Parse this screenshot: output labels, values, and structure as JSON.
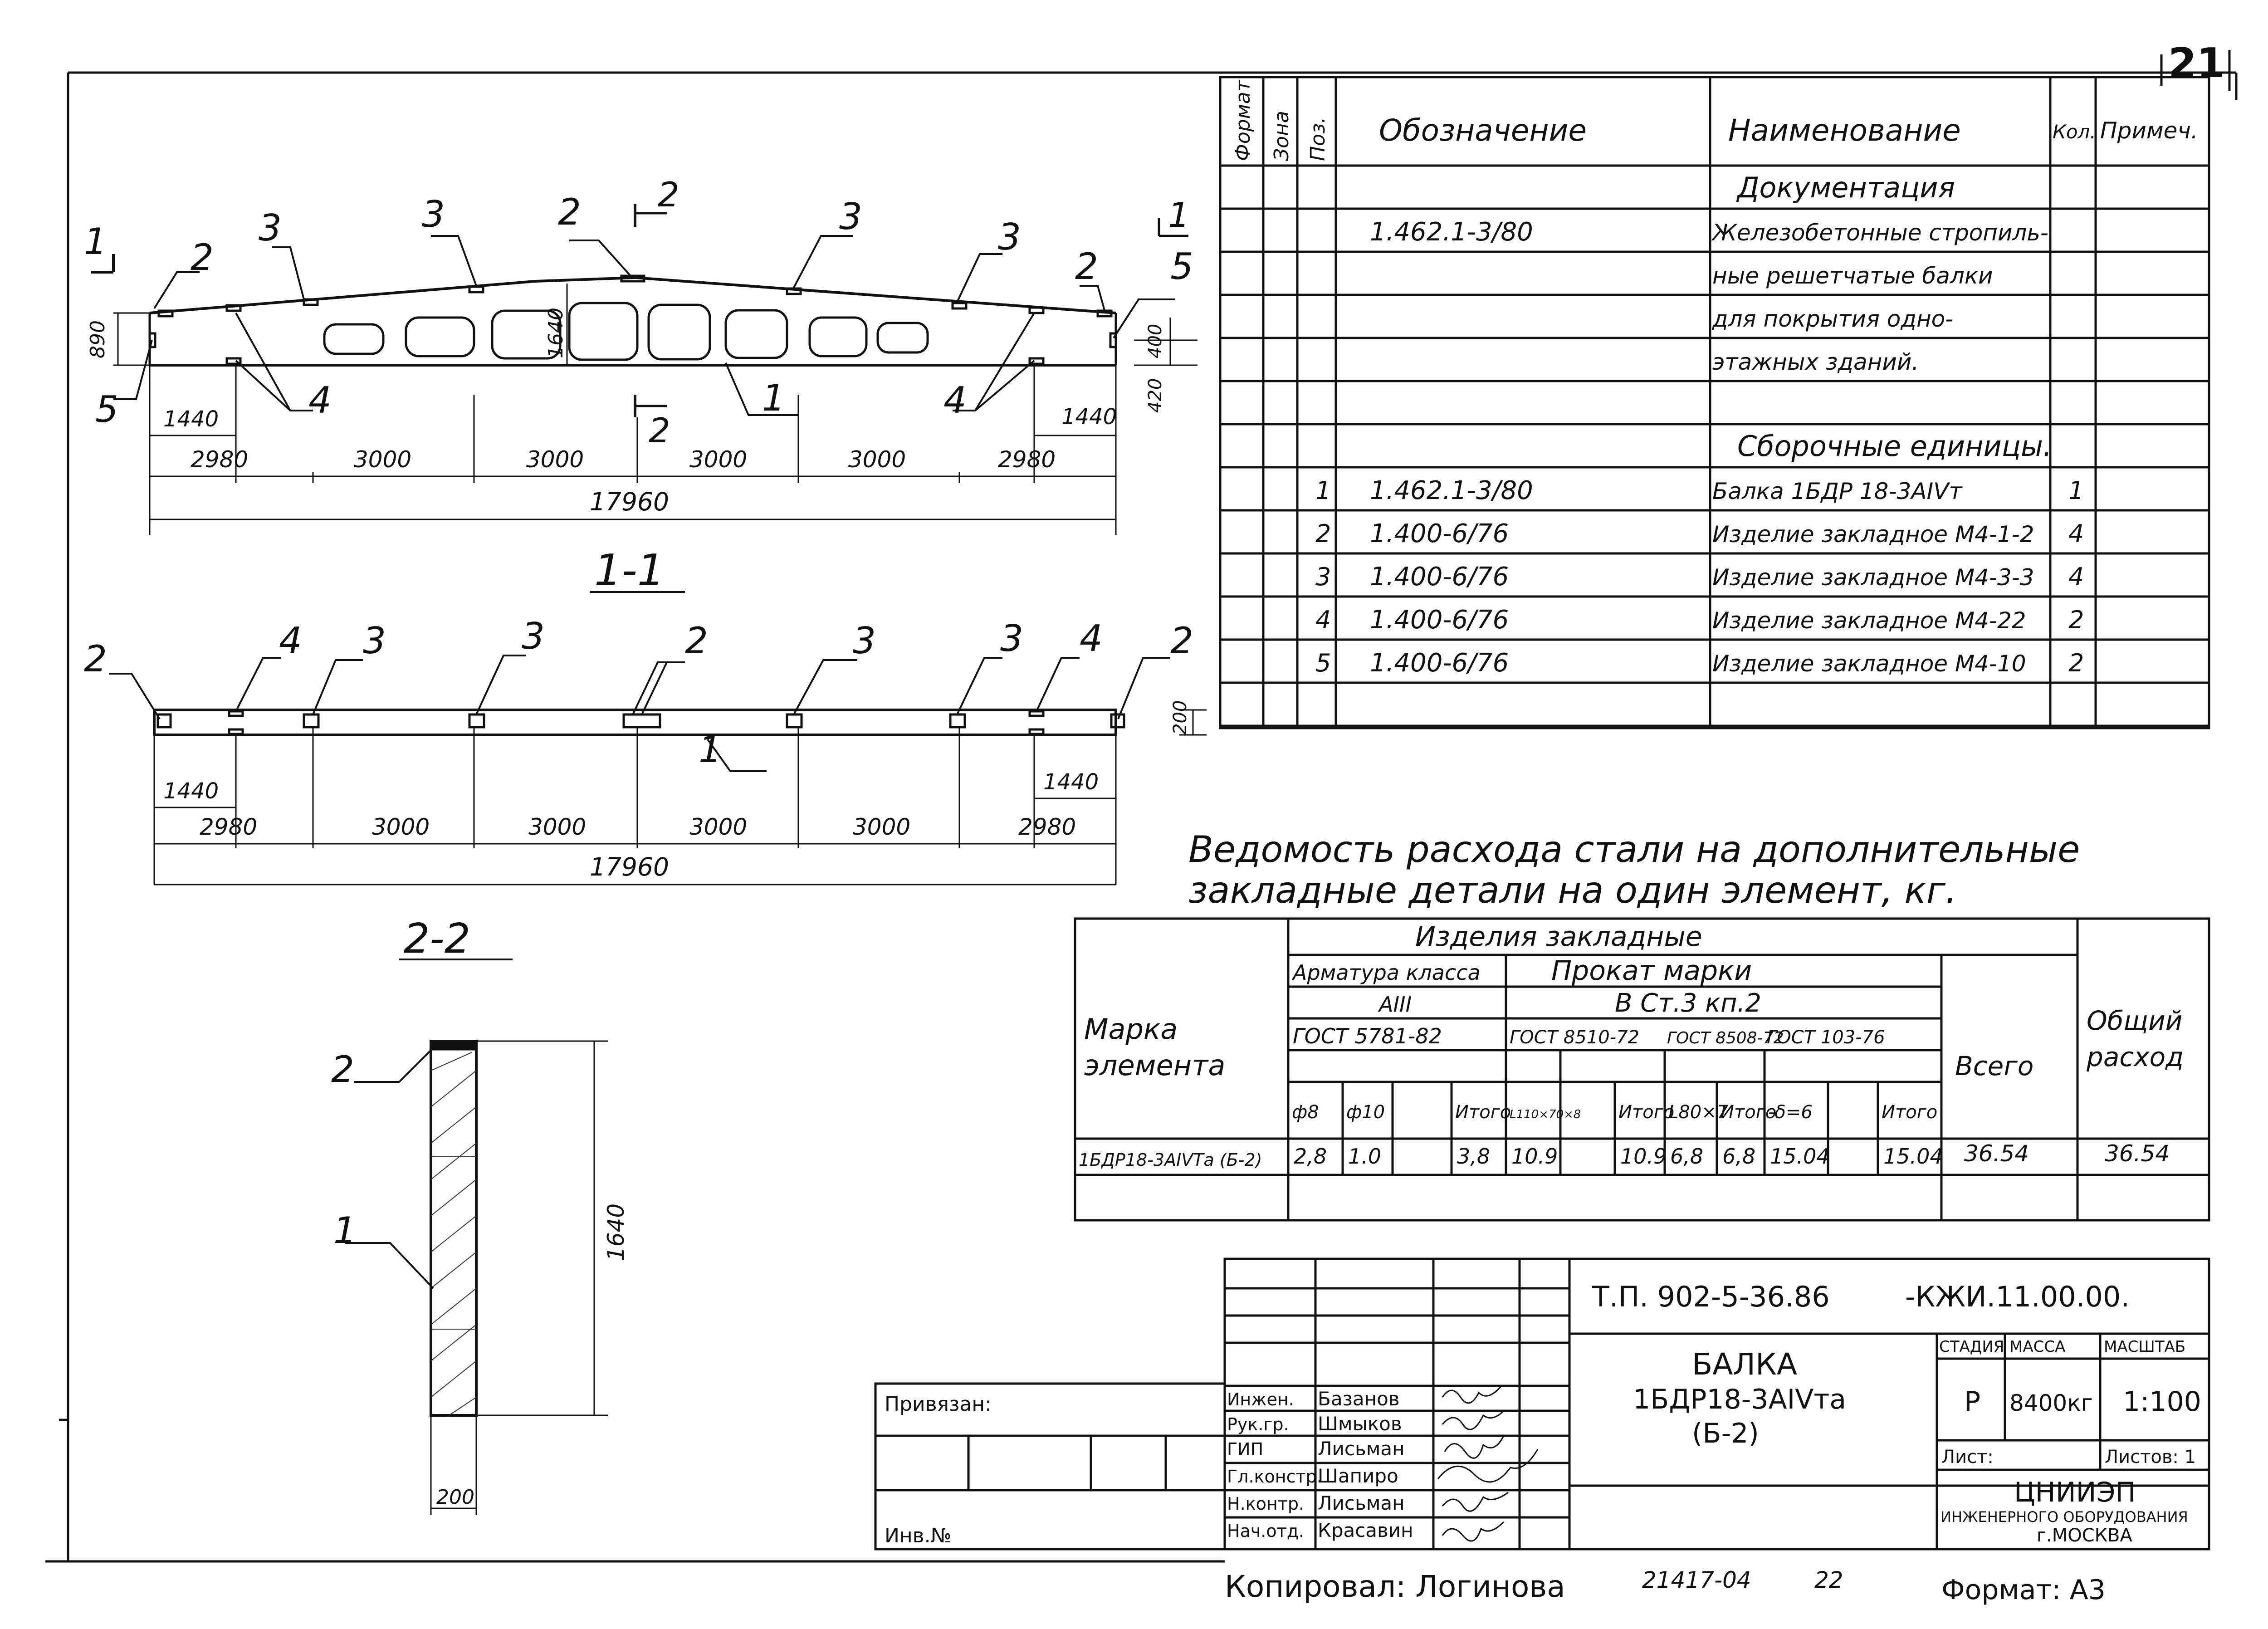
{
  "sheet": {
    "page_number": "21",
    "copied_by": "Копировал: Логинова",
    "archive_no": "21417-04",
    "archive_no2": "22",
    "format": "Формат: А3"
  },
  "elevation": {
    "section_mark_left": "1",
    "section_mark_right": "1",
    "section_mark_top": "2",
    "section_mark_bottom": "2",
    "pos_labels": [
      "1",
      "2",
      "2",
      "2",
      "3",
      "3",
      "3",
      "3",
      "4",
      "4",
      "5",
      "5"
    ],
    "dims": {
      "h_end": "890",
      "h_mid": "1640",
      "h_right_top": "400",
      "h_right_bottom": "420",
      "end_offset_left": "1440",
      "end_offset_right": "1440",
      "chain": [
        "2980",
        "3000",
        "3000",
        "3000",
        "3000",
        "2980"
      ],
      "total": "17960"
    }
  },
  "section_11": {
    "title": "1-1",
    "pos_labels": [
      "1",
      "2",
      "2",
      "2",
      "3",
      "3",
      "3",
      "3",
      "4",
      "4"
    ],
    "dims": {
      "height": "200",
      "end_offset_left": "1440",
      "end_offset_right": "1440",
      "chain": [
        "2980",
        "3000",
        "3000",
        "3000",
        "3000",
        "2980"
      ],
      "total": "17960"
    }
  },
  "section_22": {
    "title": "2-2",
    "pos_labels": [
      "1",
      "2"
    ],
    "dims": {
      "height": "1640",
      "width": "200"
    }
  },
  "spec_table": {
    "headers": [
      "Формат",
      "Зона",
      "Поз.",
      "Обозначение",
      "Наименование",
      "Кол.",
      "Примеч."
    ],
    "rows": [
      {
        "pos": "",
        "designation": "",
        "name": "Документация",
        "qty": ""
      },
      {
        "pos": "",
        "designation": "1.462.1-3/80",
        "name": "Железобетонные стропиль-",
        "qty": ""
      },
      {
        "pos": "",
        "designation": "",
        "name": "ные решетчатые балки",
        "qty": ""
      },
      {
        "pos": "",
        "designation": "",
        "name": "для покрытия одно-",
        "qty": ""
      },
      {
        "pos": "",
        "designation": "",
        "name": "этажных зданий.",
        "qty": ""
      },
      {
        "pos": "",
        "designation": "",
        "name": "",
        "qty": ""
      },
      {
        "pos": "",
        "designation": "",
        "name": "Сборочные единицы.",
        "qty": ""
      },
      {
        "pos": "1",
        "designation": "1.462.1-3/80",
        "name": "Балка 1БДР 18-3АIVт",
        "qty": "1"
      },
      {
        "pos": "2",
        "designation": "1.400-6/76",
        "name": "Изделие закладное М4-1-2",
        "qty": "4"
      },
      {
        "pos": "3",
        "designation": "1.400-6/76",
        "name": "Изделие закладное М4-3-3",
        "qty": "4"
      },
      {
        "pos": "4",
        "designation": "1.400-6/76",
        "name": "Изделие закладное М4-22",
        "qty": "2"
      },
      {
        "pos": "5",
        "designation": "1.400-6/76",
        "name": "Изделие закладное М4-10",
        "qty": "2"
      },
      {
        "pos": "",
        "designation": "",
        "name": "",
        "qty": ""
      }
    ]
  },
  "steel_table": {
    "title_line1": "Ведомость расхода стали на дополнительные",
    "title_line2": "закладные детали на один элемент, кг.",
    "col_mark": "Марка элемента",
    "col_mark_l1": "Марка",
    "col_mark_l2": "элемента",
    "group": "Изделия закладные",
    "sub_rebar": "Арматура класса",
    "sub_rolled": "Прокат марки",
    "rebar_class": "АIII",
    "rolled_grade": "В Ст.3 кп.2",
    "gost_rebar": "ГОСТ 5781-82",
    "gost_1": "ГОСТ 8510-72",
    "gost_2": "ГОСТ 8508-72",
    "gost_3": "ГОСТ 103-76",
    "cols": [
      "ф8",
      "ф10",
      "",
      "Итого",
      "L110×70×8",
      "",
      "Итого",
      "L80×7",
      "Итого",
      "-δ=6",
      "",
      "Итого"
    ],
    "col_total": "Всего",
    "col_general_l1": "Общий",
    "col_general_l2": "расход",
    "row": {
      "mark": "1БДР18-3АIVТа (Б-2)",
      "values": [
        "2,8",
        "1.0",
        "",
        "3,8",
        "10.9",
        "",
        "10.9",
        "6,8",
        "6,8",
        "15.04",
        "",
        "15.04"
      ],
      "total": "36.54",
      "general": "36.54"
    }
  },
  "title_block": {
    "code": "Т.П. 902-5-36.86",
    "code_suffix": "-КЖИ.11.00.00.",
    "name_l1": "БАЛКА",
    "name_l2": "1БДР18-3АIVта",
    "name_l3": "(Б-2)",
    "stage_label": "СТАДИЯ",
    "mass_label": "МАССА",
    "scale_label": "МАСШТАБ",
    "stage": "Р",
    "mass": "8400кг",
    "scale": "1:100",
    "sheet_label": "Лист:",
    "sheets_label": "Листов: 1",
    "org_l1": "ЦНИИЭП",
    "org_l2": "ИНЖЕНЕРНОГО ОБОРУДОВАНИЯ",
    "org_l3": "г.МОСКВА",
    "bound": "Привязан:",
    "inv": "Инв.№",
    "roles": [
      "Инжен.",
      "Рук.гр.",
      "ГИП",
      "Гл.констр.",
      "Н.контр.",
      "Нач.отд."
    ],
    "names": [
      "Базанов",
      "Шмыков",
      "Лисьман",
      "Шапиро",
      "Лисьман",
      "Красавин"
    ]
  }
}
